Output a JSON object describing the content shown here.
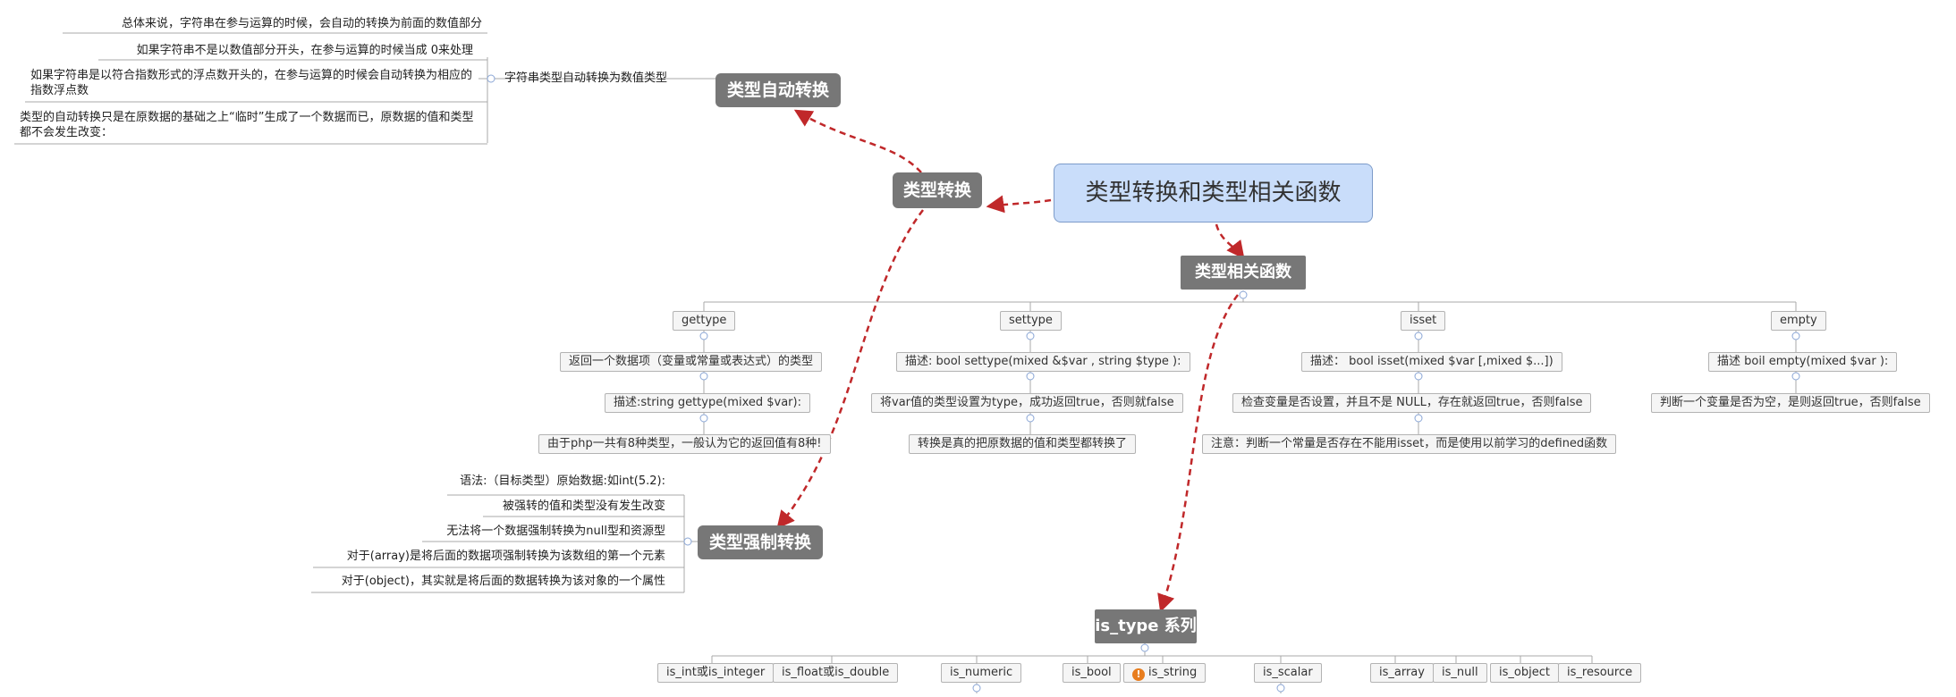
{
  "central": {
    "label": "类型转换和类型相关函数"
  },
  "branches": {
    "conversion": {
      "label": "类型转换",
      "auto": {
        "label": "类型自动转换",
        "sub_label": "字符串类型自动转换为数值类型",
        "notes": [
          "总体来说，字符串在参与运算的时候，会自动的转换为前面的数值部分",
          "如果字符串不是以数值部分开头，在参与运算的时候当成 0来处理",
          "如果字符串是以符合指数形式的浮点数开头的，在参与运算的时候会自动转换为相应的指数浮点数",
          "类型的自动转换只是在原数据的基础之上“临时”生成了一个数据而已，原数据的值和类型都不会发生改变："
        ]
      },
      "forced": {
        "label": "类型强制转换",
        "syntax": "语法:（目标类型）原始数据:如int(5.2):",
        "notes": [
          "被强转的值和类型没有发生改变",
          "无法将一个数据强制转换为null型和资源型",
          "对于(array)是将后面的数据项强制转换为该数组的第一个元素",
          "对于(object)，其实就是将后面的数据转换为该对象的一个属性"
        ]
      }
    },
    "functions": {
      "label": "类型相关函数",
      "items": [
        {
          "name": "gettype",
          "details": [
            "返回一个数据项（变量或常量或表达式）的类型",
            "描述:string gettype(mixed $var):",
            "由于php一共有8种类型，一般认为它的返回值有8种!"
          ]
        },
        {
          "name": "settype",
          "details": [
            "描述: bool settype(mixed &$var , string $type ):",
            "将var值的类型设置为type，成功返回true，否则就false",
            "转换是真的把原数据的值和类型都转换了"
          ]
        },
        {
          "name": "isset",
          "details": [
            "描述： bool isset(mixed $var [,mixed $...])",
            "检查变量是否设置，并且不是 NULL，存在就返回true，否则false",
            "注意：判断一个常量是否存在不能用isset，而是使用以前学习的defined函数"
          ]
        },
        {
          "name": "empty",
          "details": [
            "描述 boil  empty(mixed $var ):",
            "判断一个变量是否为空，是则返回true，否则false"
          ]
        }
      ]
    },
    "is_type": {
      "label": "is_type 系列",
      "items": [
        "is_int或is_integer",
        "is_float或is_double",
        "is_numeric",
        "is_bool",
        "is_string",
        "is_scalar",
        "is_array",
        "is_null",
        "is_object",
        "is_resource"
      ]
    }
  },
  "colors": {
    "central_fill": "#c9ddfa",
    "main_topic": "#777777",
    "connector": "#c0282a",
    "line": "#a8a8a8",
    "warning": "#e87d1e"
  },
  "icons": {
    "warning": "warning-icon"
  }
}
